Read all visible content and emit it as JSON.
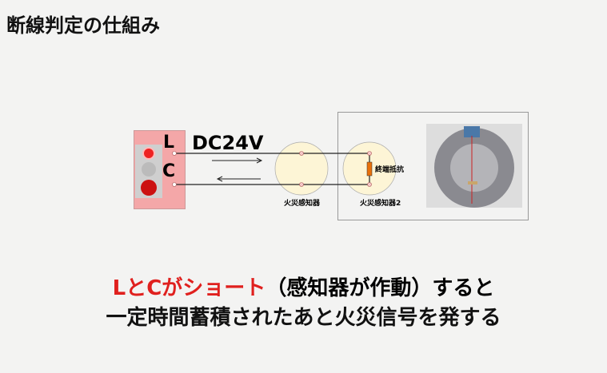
{
  "title": "断線判定の仕組み",
  "diagram": {
    "terminal_l": "L",
    "terminal_c": "C",
    "voltage": "DC24V",
    "detector1_label": "火災感知器",
    "detector2_label": "火災感知器2",
    "resistor_label": "終端抵抗"
  },
  "message": {
    "line1_highlight": "LとCがショート",
    "line1_rest": "（感知器が作動）すると",
    "line2": "一定時間蓄積されたあと火災信号を発する"
  },
  "colors": {
    "highlight": "#e0201e",
    "detector": "#fdf5d6",
    "panel": "#f4a7a8",
    "resistor": "#e8700a"
  }
}
